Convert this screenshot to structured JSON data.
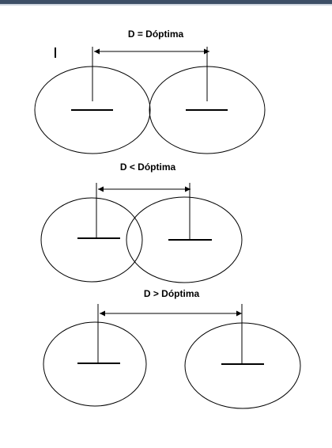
{
  "diagrams": [
    {
      "label": "D = Dóptima"
    },
    {
      "label": "D < Dóptima"
    },
    {
      "label": "D > Dóptima"
    }
  ],
  "colors": {
    "frame": "#3d4f66",
    "frame_light": "#cfd6df",
    "stroke": "#000000"
  }
}
